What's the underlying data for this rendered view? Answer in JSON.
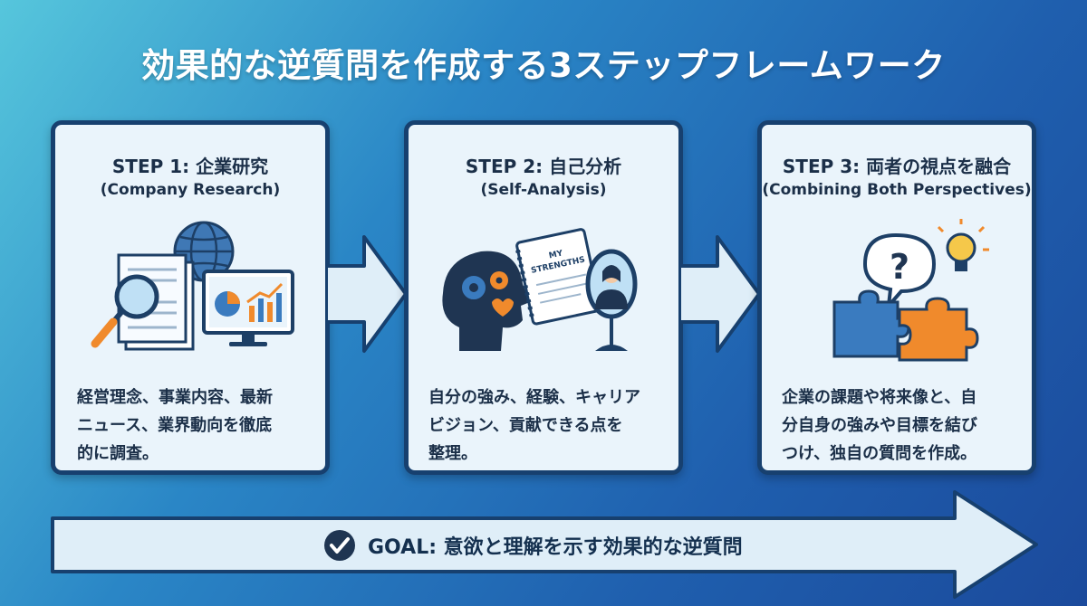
{
  "title": "効果的な逆質問を作成する3ステップフレームワーク",
  "steps": [
    {
      "title": "STEP 1: 企業研究",
      "subtitle": "(Company Research)",
      "desc_lines": [
        "経営理念、事業内容、最新",
        "ニュース、業界動向を徹底",
        "的に調査。"
      ]
    },
    {
      "title": "STEP 2: 自己分析",
      "subtitle": "(Self-Analysis)",
      "notebook_text": [
        "MY",
        "STRENGTHS"
      ],
      "desc_lines": [
        "自分の強み、経験、キャリア",
        "ビジョン、貢献できる点を",
        "整理。"
      ]
    },
    {
      "title": "STEP 3: 両者の視点を融合",
      "subtitle": "(Combining Both Perspectives)",
      "desc_lines": [
        "企業の課題や将来像と、自",
        "分自身の強みや目標を結び",
        "つけ、独自の質問を作成。"
      ]
    }
  ],
  "goal": {
    "label": "GOAL: 意欲と理解を示す効果的な逆質問",
    "icon": "check-circle-icon"
  },
  "colors": {
    "card_border": "#17406f",
    "card_bg": "#eaf4fb",
    "arrow_fill": "#dfeef8",
    "accent_orange": "#f08a2c",
    "accent_blue": "#3a7bbf"
  }
}
